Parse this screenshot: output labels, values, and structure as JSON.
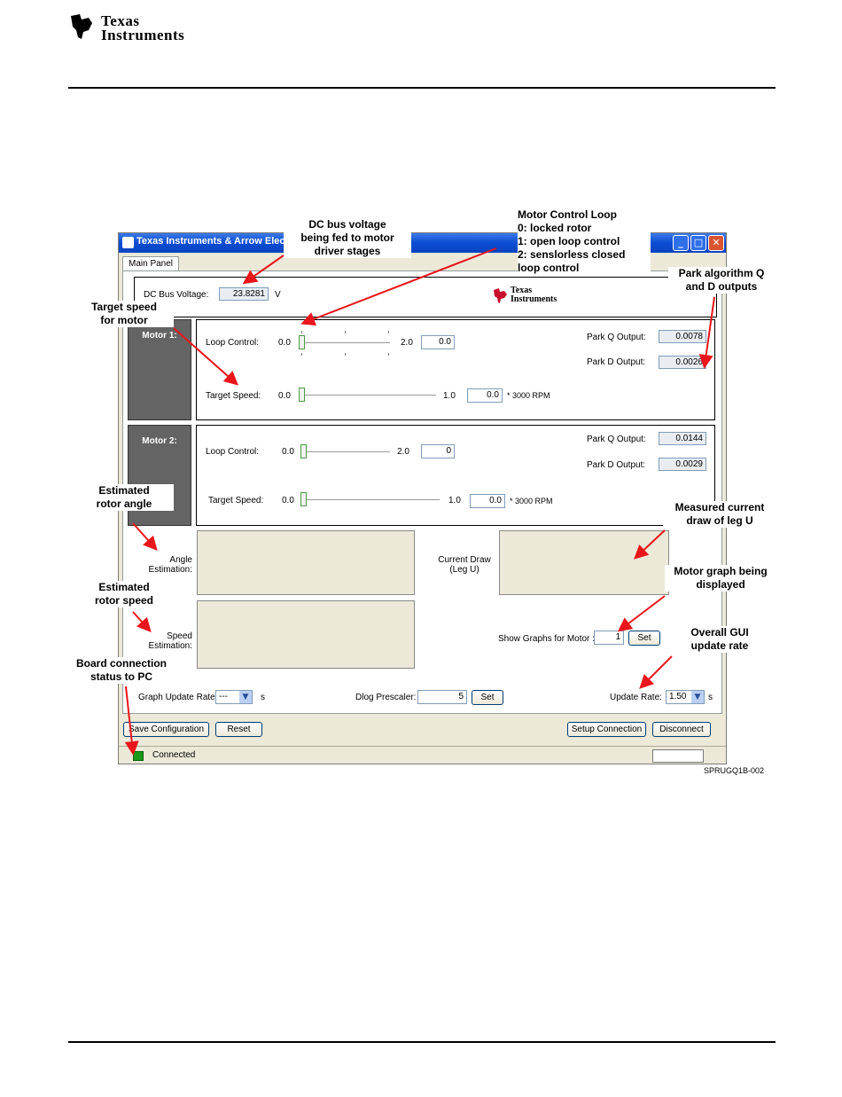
{
  "header": {
    "logo_line1": "Texas",
    "logo_line2": "Instruments"
  },
  "window": {
    "title": "Texas Instruments & Arrow Electronics Motor Control EVM",
    "tab": "Main Panel",
    "bus_label": "DC Bus Voltage:",
    "bus_value": "23.8281",
    "bus_unit": "V",
    "logo_line1": "Texas",
    "logo_line2": "Instruments",
    "motor1": {
      "title": "Motor 1:",
      "loop_label": "Loop Control:",
      "loop_min": "0.0",
      "loop_max": "2.0",
      "loop_value": "0.0",
      "speed_label": "Target Speed:",
      "speed_min": "0.0",
      "speed_max": "1.0",
      "speed_value": "0.0",
      "rpm_unit": "* 3000 RPM",
      "park_q_label": "Park Q Output:",
      "park_q_value": "0.0078",
      "park_d_label": "Park D Output:",
      "park_d_value": "0.0026"
    },
    "motor2": {
      "title": "Motor 2:",
      "loop_label": "Loop Control:",
      "loop_min": "0.0",
      "loop_max": "2.0",
      "loop_value": "0",
      "speed_label": "Target Speed:",
      "speed_min": "0.0",
      "speed_max": "1.0",
      "speed_value": "0.0",
      "rpm_unit": "* 3000 RPM",
      "park_q_label": "Park Q Output:",
      "park_q_value": "0.0144",
      "park_d_label": "Park D Output:",
      "park_d_value": "0.0029"
    },
    "graphs": {
      "angle_label": "Angle\nEstimation:",
      "current_label": "Current Draw\n(Leg U)",
      "speed_label": "Speed\nEstimation:",
      "show_graphs_label": "Show Graphs for Motor :",
      "show_graphs_value": "1",
      "set_label": "Set"
    },
    "bottom": {
      "graph_rate_label": "Graph Update Rate:",
      "graph_rate_value": "---",
      "graph_rate_unit": "s",
      "dlog_label": "Dlog Prescaler:",
      "dlog_value": "5",
      "dlog_set": "Set",
      "update_rate_label": "Update Rate:",
      "update_rate_value": "1.50",
      "update_rate_unit": "s"
    },
    "buttons": {
      "save": "Save Configuration",
      "reset": "Reset",
      "setup": "Setup Connection",
      "disconnect": "Disconnect"
    },
    "status_text": "Connected"
  },
  "annotations": {
    "dc_bus": "DC bus voltage\nbeing fed to motor\ndriver stages",
    "loop": "Motor Control Loop\n0: locked rotor\n1: open loop control\n2: senslorless closed\n      loop control",
    "park": "Park algorithm Q\nand D outputs",
    "target_speed": "Target speed\nfor motor",
    "angle": "Estimated\nrotor angle",
    "current": "Measured current\ndraw of leg U",
    "rotor_speed": "Estimated\nrotor speed",
    "motor_graph": "Motor graph being\ndisplayed",
    "update_rate": "Overall GUI\nupdate rate",
    "connection": "Board connection\nstatus to PC"
  },
  "figure_id": "SPRUGQ1B-002",
  "colors": {
    "arrow": "#e8151b",
    "titlebar": "#0b4cd3",
    "led": "#1a9a1a"
  }
}
